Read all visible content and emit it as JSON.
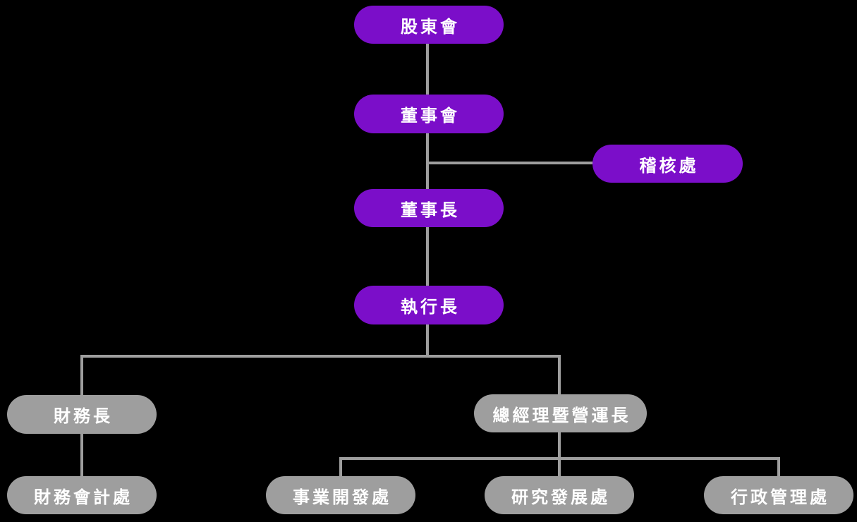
{
  "canvas": {
    "background": "#000000"
  },
  "palette": {
    "executive_node": "#7B0EC9",
    "operational_node": "#9E9E9E",
    "connector_line": "#9E9E9E",
    "node_text": "#FFFFFF"
  },
  "org_chart": {
    "type": "org-tree",
    "nodes": [
      {
        "id": "shareholders",
        "label": "股東會",
        "level": "executive",
        "reports_to": null
      },
      {
        "id": "board",
        "label": "董事會",
        "level": "executive",
        "reports_to": "shareholders"
      },
      {
        "id": "audit",
        "label": "稽核處",
        "level": "executive",
        "reports_to": "board"
      },
      {
        "id": "chairman",
        "label": "董事長",
        "level": "executive",
        "reports_to": "board"
      },
      {
        "id": "ceo",
        "label": "執行長",
        "level": "executive",
        "reports_to": "chairman"
      },
      {
        "id": "cfo",
        "label": "財務長",
        "level": "operational",
        "reports_to": "ceo"
      },
      {
        "id": "gm_coo",
        "label": "總經理暨營運長",
        "level": "operational",
        "reports_to": "ceo"
      },
      {
        "id": "finance_accounting",
        "label": "財務會計處",
        "level": "operational",
        "reports_to": "cfo"
      },
      {
        "id": "business_development",
        "label": "事業開發處",
        "level": "operational",
        "reports_to": "gm_coo"
      },
      {
        "id": "research_development",
        "label": "研究發展處",
        "level": "operational",
        "reports_to": "gm_coo"
      },
      {
        "id": "administration",
        "label": "行政管理處",
        "level": "operational",
        "reports_to": "gm_coo"
      }
    ]
  }
}
